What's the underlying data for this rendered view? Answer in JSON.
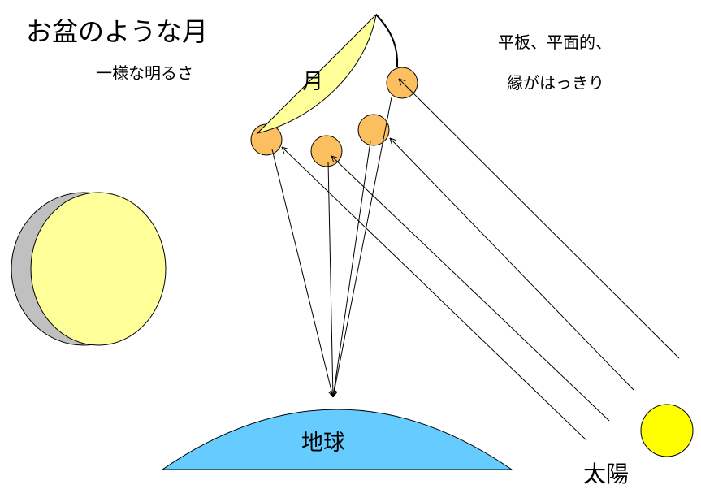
{
  "title": "お盆のような月",
  "subtitle": "一様な明るさ",
  "moon_label": "月",
  "note_line1": "平板、平面的、",
  "note_line2": "縁がはっきり",
  "earth_label": "地球",
  "sun_label": "太陽",
  "colors": {
    "moon": "#ffff99",
    "bumps": "#fbbf60",
    "earth": "#66ccff",
    "sun": "#ffff00",
    "shadow": "#c0c0c0"
  }
}
